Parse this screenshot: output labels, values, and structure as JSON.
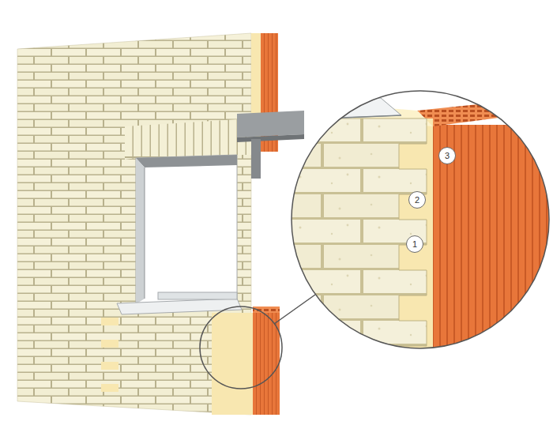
{
  "diagram": {
    "labels": [
      "3",
      "2",
      "1"
    ]
  }
}
